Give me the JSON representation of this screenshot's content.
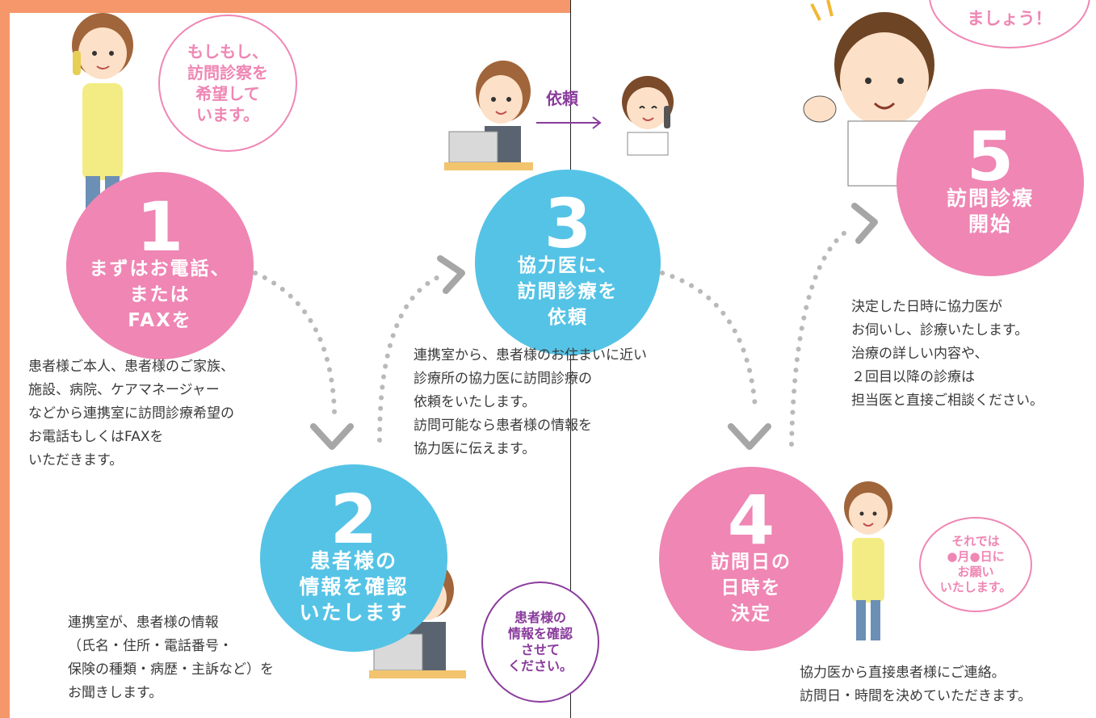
{
  "steps": [
    {
      "num": "1",
      "label": "まずはお電話、\nまたは\nFAXを"
    },
    {
      "num": "2",
      "label": "患者様の\n情報を確認\nいたします"
    },
    {
      "num": "3",
      "label": "協力医に、\n訪問診療を\n依頼"
    },
    {
      "num": "4",
      "label": "訪問日の\n日時を\n決定"
    },
    {
      "num": "5",
      "label": "訪問診療\n開始"
    }
  ],
  "descriptions": {
    "step1": "患者様ご本人、患者様のご家族、\n施設、病院、ケアマネージャー\nなどから連携室に訪問診療希望の\nお電話もしくはFAXを\nいただきます。",
    "step2": "連携室が、患者様の情報\n（氏名・住所・電話番号・\n保険の種類・病歴・主訴など）を\nお聞きします。",
    "step3": "連携室から、患者様のお住まいに近い\n診療所の協力医に訪問診療の\n依頼をいたします。\n訪問可能なら患者様の情報を\n協力医に伝えます。",
    "step4": "協力医から直接患者様にご連絡。\n訪問日・時間を決めていただきます。",
    "step5": "決定した日時に協力医が\nお伺いし、診療いたします。\n治療の詳しい内容や、\n２回目以降の診療は\n担当医と直接ご相談ください。"
  },
  "bubbles": {
    "woman1": "もしもし、\n訪問診察を\n希望して\nいます。",
    "staff2": "患者様の\n情報を確認\nさせて\nください。",
    "woman4": "それでは\n●月●日に\nお願い\nいたします。",
    "doctor5": "ましょう！"
  },
  "request_label": "依頼",
  "colors": {
    "pink": "#ef86b4",
    "blue": "#55c3e6",
    "orange": "#f5976a",
    "purple": "#8a3b9c",
    "dots": "#b9b9b9"
  }
}
